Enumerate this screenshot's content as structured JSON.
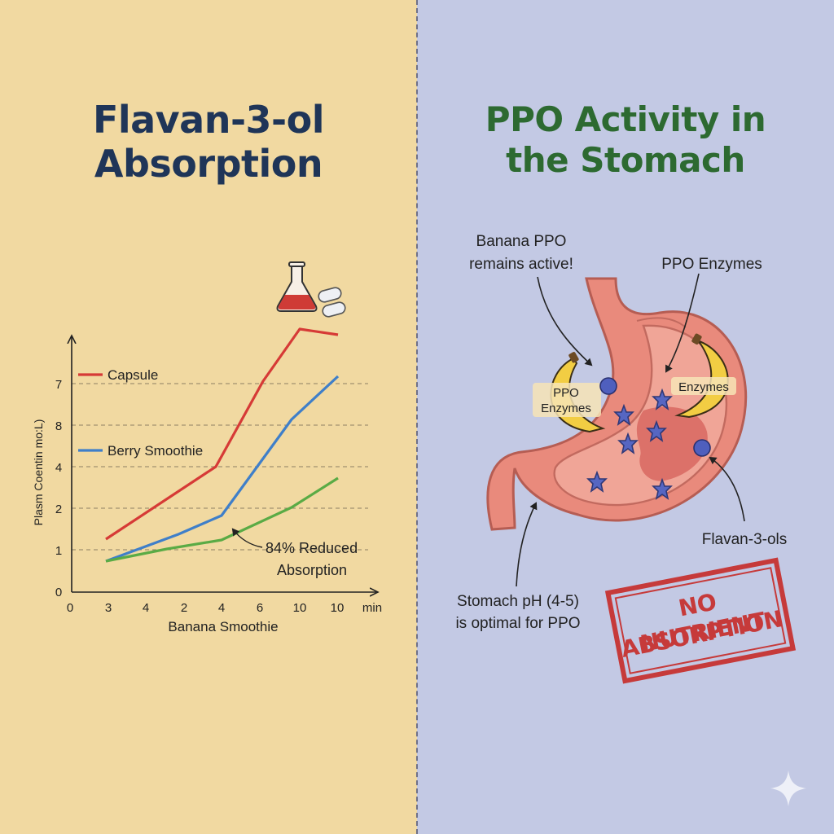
{
  "left": {
    "title_line1": "Flavan-3-ol",
    "title_line2": "Absorption",
    "chart_data": {
      "type": "line",
      "ylabel": "Plasm Coentin mo:L)",
      "xlabel": "Banana Smoothie",
      "x_ticks": [
        "0",
        "3",
        "4",
        "2",
        "4",
        "6",
        "10",
        "10"
      ],
      "x_unit": "min",
      "y_ticks": [
        "0",
        "1",
        "2",
        "4",
        "8",
        "7"
      ],
      "grid": "dashed horizontal",
      "series": [
        {
          "name": "Capsule",
          "color": "#d63a36"
        },
        {
          "name": "Berry Smoothie",
          "color": "#3f7fc9"
        },
        {
          "name": "",
          "color": "#5aab45"
        }
      ],
      "annotation": {
        "line1": "84% Reduced",
        "line2": "Absorption"
      },
      "icon": "flask-and-pills-icon"
    }
  },
  "right": {
    "title_line1": "PPO Activity in",
    "title_line2": "the Stomach",
    "labels": {
      "banana_ppo_line1": "Banana PPO",
      "banana_ppo_line2": "remains active!",
      "ppo_enzymes": "PPO Enzymes",
      "banana_left_line1": "PPO",
      "banana_left_line2": "Enzymes",
      "banana_right": "Enzymes",
      "flavan": "Flavan-3-ols",
      "stomach_ph_line1": "Stomach pH (4-5)",
      "stomach_ph_line2": "is optimal for PPO"
    },
    "stamp": {
      "line1": "NO NUTRIENT",
      "line2": "ABSORPTION!",
      "color": "#c63a3a"
    }
  }
}
